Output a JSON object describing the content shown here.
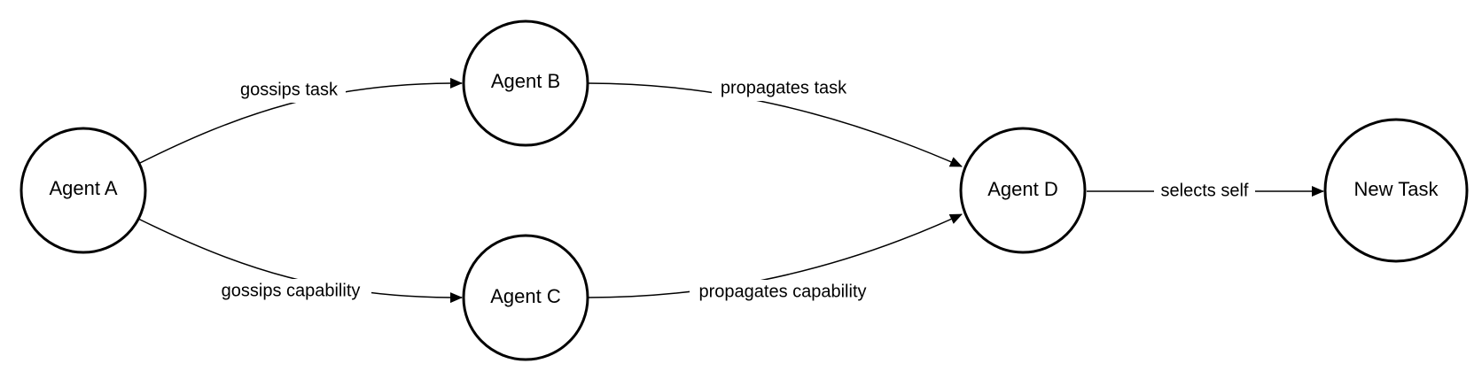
{
  "nodes": [
    {
      "id": "a",
      "label": "Agent A"
    },
    {
      "id": "b",
      "label": "Agent B"
    },
    {
      "id": "c",
      "label": "Agent C"
    },
    {
      "id": "d",
      "label": "Agent D"
    },
    {
      "id": "task",
      "label": "New Task"
    }
  ],
  "edges": [
    {
      "from": "a",
      "to": "b",
      "label": "gossips task"
    },
    {
      "from": "a",
      "to": "c",
      "label": "gossips capability"
    },
    {
      "from": "b",
      "to": "d",
      "label": "propagates task"
    },
    {
      "from": "c",
      "to": "d",
      "label": "propagates capability"
    },
    {
      "from": "d",
      "to": "task",
      "label": "selects self"
    }
  ],
  "colors": {
    "stroke": "#000000",
    "background": "#ffffff"
  }
}
